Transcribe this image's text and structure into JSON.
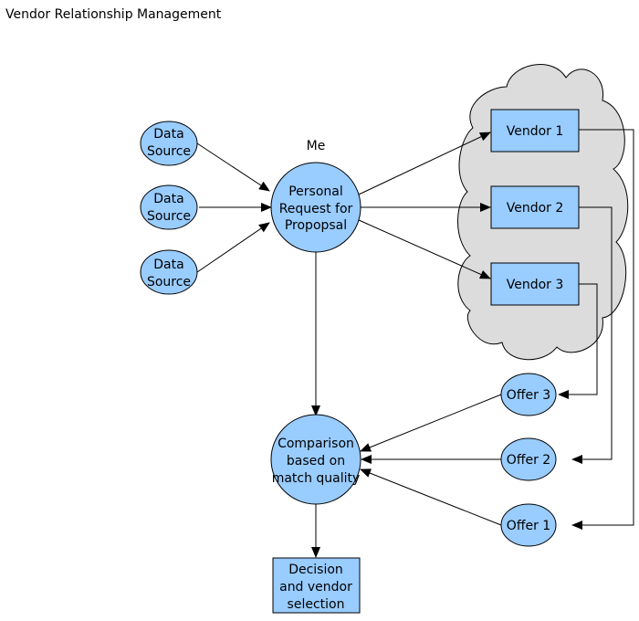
{
  "title": "Vendor Relationship Management",
  "colors": {
    "node_fill": "#99ccff",
    "cloud_fill": "#dcdcdc",
    "stroke": "#000000",
    "background": "#ffffff"
  },
  "nodes": {
    "data_source_1": {
      "lines": [
        "Data",
        "Source"
      ]
    },
    "data_source_2": {
      "lines": [
        "Data",
        "Source"
      ]
    },
    "data_source_3": {
      "lines": [
        "Data",
        "Source"
      ]
    },
    "me_label": "Me",
    "personal_request": {
      "lines": [
        "Personal",
        "Request for",
        "Propopsal"
      ]
    },
    "vendor_1": "Vendor 1",
    "vendor_2": "Vendor 2",
    "vendor_3": "Vendor 3",
    "offer_1": "Offer 1",
    "offer_2": "Offer 2",
    "offer_3": "Offer 3",
    "comparison": {
      "lines": [
        "Comparison",
        "based on",
        "match quality"
      ]
    },
    "decision": {
      "lines": [
        "Decision",
        "and vendor",
        "selection"
      ]
    }
  }
}
